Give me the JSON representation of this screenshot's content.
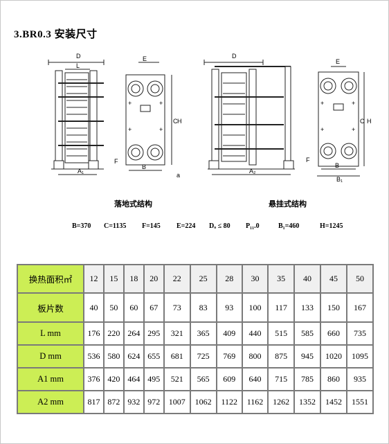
{
  "title": "3.BR0.3 安装尺寸",
  "captions": {
    "left": "落地式结构",
    "right": "悬挂式结构"
  },
  "drawing_labels": {
    "D": "D",
    "L": "L",
    "A1": "A₁",
    "A2": "A₂",
    "E": "E",
    "C": "C",
    "H": "H",
    "F": "F",
    "B": "B",
    "B1": "B₁",
    "small_a": "a"
  },
  "params": [
    "B=370",
    "C=1135",
    "F=145",
    "E=224",
    "Dₒ ≤ 80",
    "P₁₁.0",
    "B₁=460",
    "H=1245"
  ],
  "table": {
    "rows": [
      {
        "header": "换热面积㎡",
        "values": [
          "12",
          "15",
          "18",
          "20",
          "22",
          "25",
          "28",
          "30",
          "35",
          "40",
          "45",
          "50"
        ]
      },
      {
        "header": "板片数",
        "values": [
          "40",
          "50",
          "60",
          "67",
          "73",
          "83",
          "93",
          "100",
          "117",
          "133",
          "150",
          "167"
        ]
      },
      {
        "header": "L mm",
        "values": [
          "176",
          "220",
          "264",
          "295",
          "321",
          "365",
          "409",
          "440",
          "515",
          "585",
          "660",
          "735"
        ]
      },
      {
        "header": "D mm",
        "values": [
          "536",
          "580",
          "624",
          "655",
          "681",
          "725",
          "769",
          "800",
          "875",
          "945",
          "1020",
          "1095"
        ]
      },
      {
        "header": "A1 mm",
        "values": [
          "376",
          "420",
          "464",
          "495",
          "521",
          "565",
          "609",
          "640",
          "715",
          "785",
          "860",
          "935"
        ]
      },
      {
        "header": "A2 mm",
        "values": [
          "817",
          "872",
          "932",
          "972",
          "1007",
          "1062",
          "1122",
          "1162",
          "1262",
          "1352",
          "1452",
          "1551"
        ]
      }
    ]
  }
}
